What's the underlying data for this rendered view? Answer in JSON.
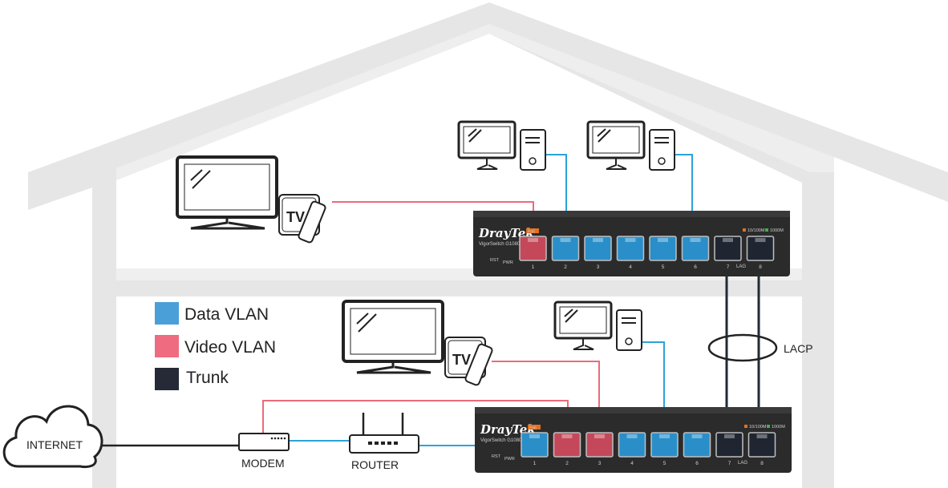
{
  "legend": [
    {
      "label": "Data VLAN",
      "color": "#4a9fd8"
    },
    {
      "label": "Video VLAN",
      "color": "#ef6b7f"
    },
    {
      "label": "Trunk",
      "color": "#252a36"
    }
  ],
  "devices": {
    "internet_label": "INTERNET",
    "modem_label": "MODEM",
    "router_label": "ROUTER",
    "tv_label": "TV",
    "lacp_label": "LACP"
  },
  "switches": {
    "brand": "DrayTek",
    "model": "VigorSwitch G1080",
    "poe_badge": "PoE",
    "led_legend_a": "10/100M",
    "led_legend_b": "1000M",
    "rst_label": "RST",
    "pwr_label": "PWR",
    "lag_label": "LAG",
    "port_numbers": [
      "1",
      "2",
      "3",
      "4",
      "5",
      "6",
      "7",
      "8"
    ],
    "upper_port_types": [
      "video",
      "data",
      "data",
      "data",
      "data",
      "data",
      "trunk",
      "trunk"
    ],
    "lower_port_types": [
      "data",
      "video",
      "video",
      "data",
      "data",
      "data",
      "trunk",
      "trunk"
    ]
  },
  "colors": {
    "data": "#2a8fc9",
    "video": "#c4485a",
    "trunk": "#1f2632",
    "house": "#e6e6e6",
    "switch_body": "#2b2b2b"
  }
}
